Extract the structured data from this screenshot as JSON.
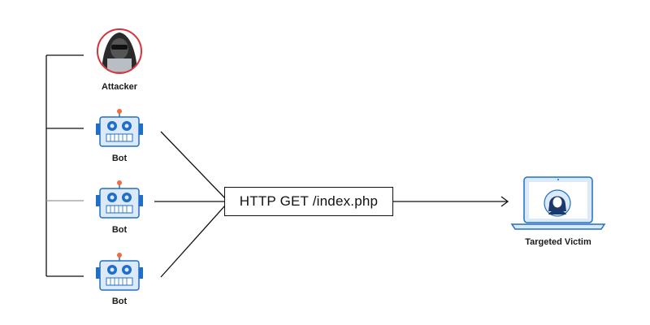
{
  "nodes": {
    "attacker": {
      "label": "Attacker",
      "icon": "hooded-attacker-icon"
    },
    "bots": [
      {
        "label": "Bot",
        "icon": "robot-icon"
      },
      {
        "label": "Bot",
        "icon": "robot-icon"
      },
      {
        "label": "Bot",
        "icon": "robot-icon"
      }
    ],
    "request": {
      "label": "HTTP GET /index.php"
    },
    "victim": {
      "label": "Targeted Victim",
      "icon": "laptop-user-icon"
    }
  },
  "colors": {
    "bot_blue": "#1f6fc9",
    "bot_face": "#dbe9f8",
    "antenna_orange": "#f26b3a",
    "attacker_ring": "#d9323a",
    "line": "#111111"
  }
}
